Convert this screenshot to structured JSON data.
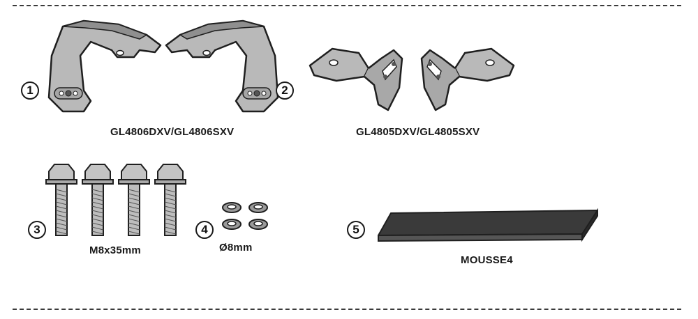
{
  "parts": [
    {
      "number": "1",
      "name": "GL4806DXV/GL4806SXV"
    },
    {
      "number": "2",
      "name": ""
    },
    {
      "number": "3",
      "name": "M8x35mm"
    },
    {
      "number": "4",
      "name": "Ø8mm"
    },
    {
      "number": "5",
      "name": "MOUSSE4"
    }
  ],
  "labels": {
    "bracket_set_a": "GL4806DXV/GL4806SXV",
    "bracket_set_b": "GL4805DXV/GL4805SXV",
    "bolt": "M8x35mm",
    "washer": "Ø8mm",
    "foam": "MOUSSE4"
  },
  "colors": {
    "metal_fill": "#b9b9b9",
    "metal_shadow": "#8f8f8f",
    "outline": "#1f1f1f",
    "foam": "#3a3a3a"
  }
}
